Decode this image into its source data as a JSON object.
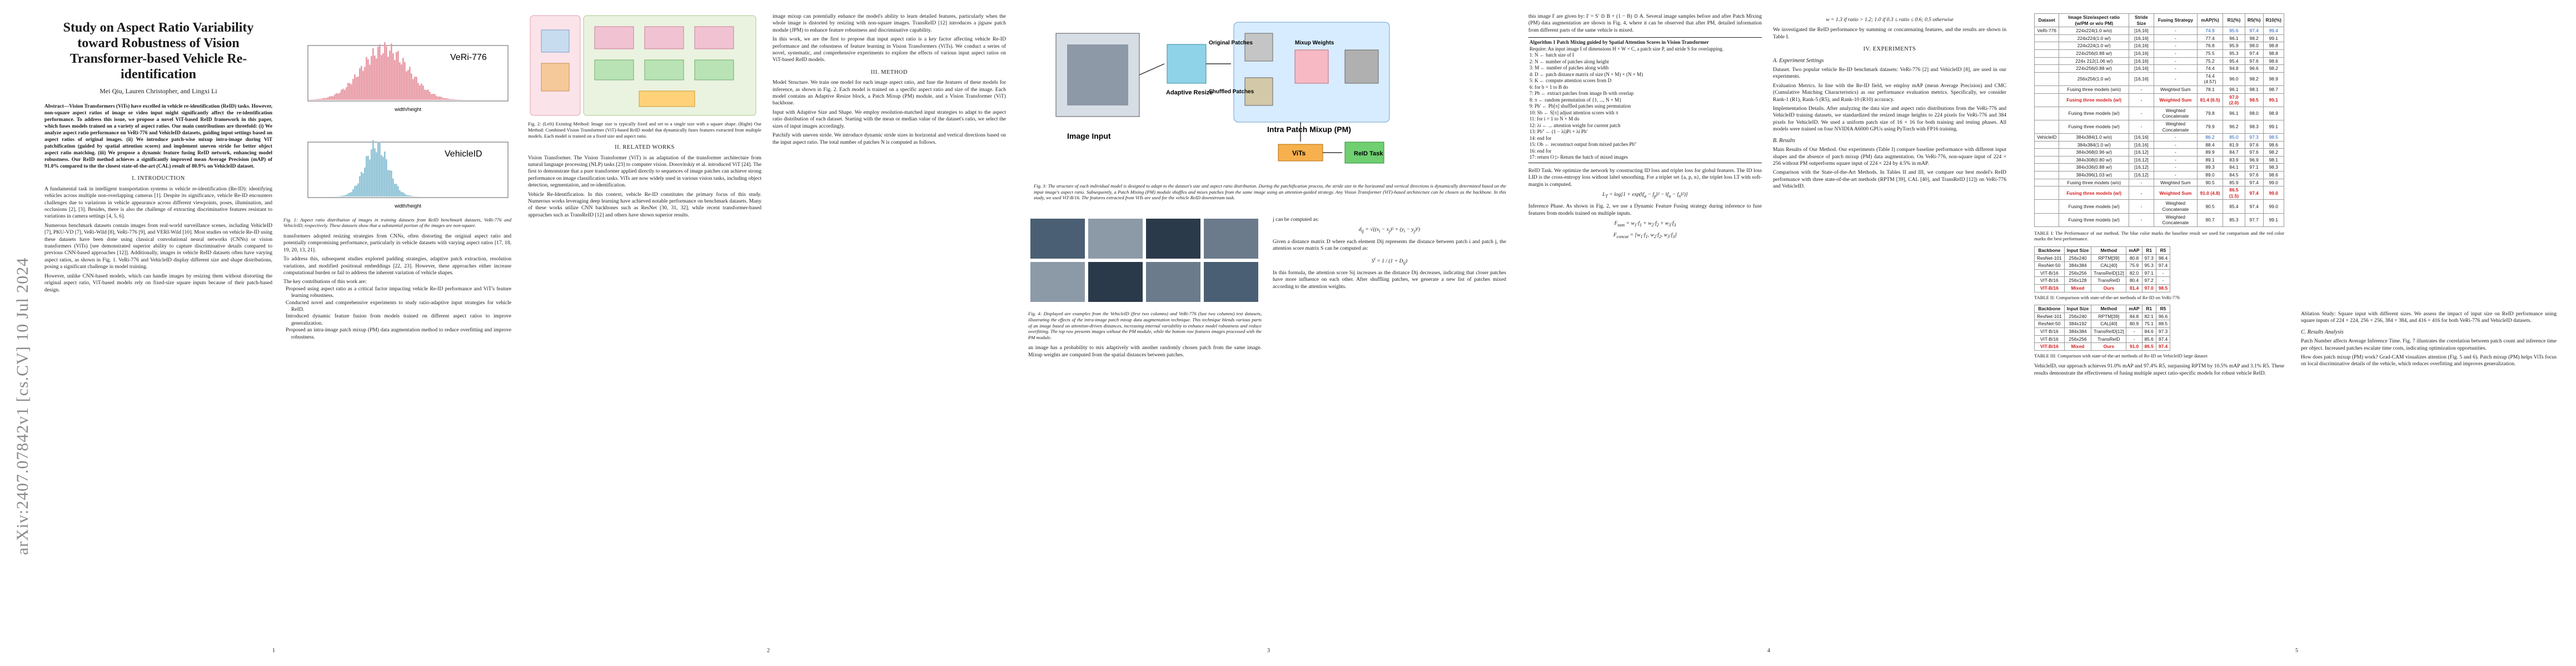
{
  "arxiv_stamp": "arXiv:2407.07842v1  [cs.CV]  10 Jul 2024",
  "paper": {
    "title": "Study on Aspect Ratio Variability toward Robustness of Vision Transformer-based Vehicle Re-identification",
    "authors": "Mei Qiu, Lauren Christopher, and Lingxi Li",
    "abstract": "Abstract—Vision Transformers (ViTs) have excelled in vehicle re-identification (ReID) tasks. However, non-square aspect ratios of image or video input might significantly affect the re-identification performance. To address this issue, we propose a novel ViT-based ReID framework in this paper, which fuses models trained on a variety of aspect ratios. Our main contributions are threefold: (i) We analyze aspect ratio performance on VeRi-776 and VehicleID datasets, guiding input settings based on aspect ratios of original images. (ii) We introduce patch-wise mixup intra-image during ViT patchification (guided by spatial attention scores) and implement uneven stride for better object aspect ratio matching. (iii) We propose a dynamic feature fusing ReID network, enhancing model robustness. Our ReID method achieves a significantly improved mean Average Precision (mAP) of 91.0% compared to the the closest state-of-the-art (CAL) result of 80.9% on VehicleID dataset.",
    "sections": {
      "intro": "I. INTRODUCTION",
      "related": "II. RELATED WORKS",
      "method": "III. METHOD",
      "experiments": "IV. EXPERIMENTS",
      "setup": "A. Experiment Settings",
      "results": "B. Results",
      "ablation": "C. Results Analysis"
    },
    "intro_p1": "A fundamental task in intelligent transportation systems is vehicle re-identification (Re-ID): identifying vehicles across multiple non-overlapping cameras [1]. Despite its significance, vehicle Re-ID encounters challenges due to variations in vehicle appearance across different viewpoints, poses, illumination, and occlusions [2], [3]. Besides, there is also the challenge of extracting discriminative features resistant to variations in camera settings [4, 5, 6].",
    "intro_p2": "Numerous benchmark datasets contain images from real-world surveillance scenes, including VehicleID [7], PKU-VD [7], VeRi-Wild [8], VeRi-776 [9], and VERI-Wild [10]. Most studies on vehicle Re-ID using these datasets have been done using classical convolutional neural networks (CNNs) or vision transformers (ViTs) [see demonstrated superior ability to capture discriminative details compared to previous CNN-based approaches [12]]. Additionally, images in vehicle ReID datasets often have varying aspect ratios, as shown in Fig. 1. VeRi-776 and VehicleID display different size and shape distributions, posing a significant challenge in model training.",
    "intro_p3": "However, unlike CNN-based models, which can handle images by resizing them without distorting the original aspect ratio, ViT-based models rely on fixed-size square inputs because of their patch-based design.",
    "fig1_caption": "Fig. 1: Aspect ratio distribution of images in training datasets from ReID benchmark datasets, VeRi-776 and VehicleID, respectively. These datasets show that a substantial portion of the images are non-square.",
    "fig1_labels": [
      "VeRi-776",
      "VehicleID"
    ],
    "fig1_xlabel": "width/height",
    "fig2_caption": "Fig. 2: (Left) Existing Method: Image size is typically fixed and set to a single size with a square shape. (Right) Our Method: Combined Vision Transformer (ViT)-based ReID model that dynamically fuses features extracted from multiple models. Each model is trained on a fixed size and aspect ratio.",
    "fig3_caption": "Fig. 3: The structure of each individual model is designed to adapt to the dataset's size and aspect ratio distribution. During the patchification process, the stride size in the horizontal and vertical directions is dynamically determined based on the input image's aspect ratio. Subsequently, a Patch Mixing (PM) module shuffles and mixes patches from the same image using an attention-guided strategy. Any Vision Transformer (ViT)-based architecture can be chosen as the backbone. In this study, we used ViT-B/16. The features extracted from ViTs are used for the vehicle ReID downstream task.",
    "fig3_labels": {
      "image_input": "Image Input",
      "intra_patch": "Intra Patch Mixup (PM)",
      "original": "Original Patches",
      "shuffled": "Shuffled Patches",
      "mixup": "Mixup Weights",
      "adaptive": "Adaptive Resize",
      "vits": "ViTs",
      "reid": "ReID Task"
    },
    "fig4_caption": "Fig. 4: Displayed are examples from the VehicleID (first two columns) and VeRi-776 (last two columns) test datasets, illustrating the effects of the intra-image patch mixup data augmentation technique. This technique blends various parts of an image based on attention-driven distances, increasing internal variability to enhance model robustness and reduce overfitting. The top row presents images without the PM module, while the bottom row features images processed with the PM module.",
    "algo_title": "Algorithm 1 Patch Mixing guided by Spatial Attention Scores in Vision Transformer",
    "algo_lines": [
      "Require: An input image I of dimensions H × W × C, a patch size P, and stride S for overlapping.",
      "1: N ← batch size of I",
      "2: N ← number of patches along height",
      "3: M ← number of patches along width",
      "4: D ← patch distance matrix of size (N × M) × (N × M)",
      "5: K ← compute attention scores from D",
      "6: for b = 1 to B do",
      "7:   Pb ← extract patches from image Ib with overlap",
      "8:   π ← random permutation of {1, ..., N × M}",
      "9:   Pb' ← Pb[π] shuffled patches using permutation",
      "10:  Sb ← S[π] adjust attention scores with π",
      "11:  for i = 1 to N × M do",
      "12:    λi ← ... attention weight for current patch",
      "13:    Pb'' ← (1 − λi)Pi + λi Pb'",
      "14:  end for",
      "15:  Ob ← reconstruct output from mixed patches Pb''",
      "16: end for",
      "17: return O  ▷ Return the batch of mixed images"
    ],
    "table1_caption": "TABLE I: The Performance of our method. The blue color marks the baseline result we used for comparison and the red color marks the best performance.",
    "table1_headers": [
      "Dataset",
      "Image Size/aspect ratio (w/PM or w/o PM)",
      "Stride Size",
      "Fusing Strategy",
      "mAP(%)",
      "R1(%)",
      "R5(%)",
      "R10(%)"
    ],
    "table1_rows": [
      [
        "VeRi-776",
        "224x224(1.0 w/o)",
        "[16,16]",
        "-",
        "74.9",
        "95.6",
        "97.4",
        "99.4"
      ],
      [
        "",
        "224x224(1.0 w/)",
        "[16,16]",
        "-",
        "77.4",
        "96.1",
        "98.2",
        "99.1"
      ],
      [
        "",
        "224x224(1.0 w/)",
        "[16,16]",
        "-",
        "76.8",
        "95.9",
        "98.0",
        "98.8"
      ],
      [
        "",
        "224x256(0.88 w/)",
        "[16,16]",
        "-",
        "75.5",
        "95.3",
        "97.4",
        "98.8"
      ],
      [
        "",
        "224x 212(1.06 w/)",
        "[16,16]",
        "-",
        "75.2",
        "95.4",
        "97.6",
        "98.6"
      ],
      [
        "",
        "224x256(0.88 w/)",
        "[16,16]",
        "-",
        "74.4",
        "94.8",
        "96.6",
        "98.2"
      ],
      [
        "",
        "256x256(1.0 w/)",
        "[16,16]",
        "-",
        "74.4 (4.57)",
        "96.0",
        "98.2",
        "98.9"
      ],
      [
        "",
        "Fusing three models (w/o)",
        "-",
        "Weighted Sum",
        "78.1",
        "96.1",
        "98.1",
        "98.7"
      ],
      [
        "",
        "Fusing three models (w/)",
        "-",
        "Weighted Sum",
        "81.4 (6.5)",
        "97.0 (2.0)",
        "98.5",
        "99.1"
      ],
      [
        "",
        "Fusing three models (w/)",
        "-",
        "Weighted Concatenate",
        "79.8",
        "96.1",
        "98.0",
        "98.9"
      ],
      [
        "",
        "Fusing three models (w/)",
        "-",
        "Weighted Concatenate",
        "79.9",
        "96.2",
        "98.3",
        "99.1"
      ],
      [
        "VehicleID",
        "384x384(1.0 w/o)",
        "[16,16]",
        "-",
        "86.2",
        "85.0",
        "97.3",
        "98.5"
      ],
      [
        "",
        "384x384(1.0 w/)",
        "[16,16]",
        "-",
        "88.4",
        "81.9",
        "97.6",
        "98.6"
      ],
      [
        "",
        "384x368(0.96 w/)",
        "[16,12]",
        "-",
        "89.9",
        "84.7",
        "97.6",
        "98.2"
      ],
      [
        "",
        "384x308(0.80 w/)",
        "[16,12]",
        "-",
        "89.1",
        "83.9",
        "96.9",
        "98.1"
      ],
      [
        "",
        "384x336(0.88 w/)",
        "[16,12]",
        "-",
        "89.3",
        "84.1",
        "97.1",
        "98.3"
      ],
      [
        "",
        "384x396(1.03 w/)",
        "[16,12]",
        "-",
        "89.0",
        "84.5",
        "97.6",
        "98.6"
      ],
      [
        "",
        "Fusing three models (w/o)",
        "-",
        "Weighted Sum",
        "90.5",
        "85.9",
        "97.4",
        "99.0"
      ],
      [
        "",
        "Fusing three models (w/)",
        "-",
        "Weighted Sum",
        "91.0 (4.8)",
        "86.5 (1.5)",
        "97.4",
        "99.0"
      ],
      [
        "",
        "Fusing three models (w/)",
        "-",
        "Weighted Concatenate",
        "90.5",
        "85.4",
        "97.4",
        "99.0"
      ],
      [
        "",
        "Fusing three models (w/)",
        "-",
        "Weighted Concatenate",
        "90.7",
        "85.3",
        "97.7",
        "99.1"
      ]
    ],
    "table2_caption": "TABLE II: Comparison with state-of-the-art methods of Re-ID on VeRi-776",
    "table2_headers": [
      "Backbone",
      "Input Size",
      "Method",
      "mAP",
      "R1",
      "R5"
    ],
    "table2_rows": [
      [
        "ResNet-101",
        "256x240",
        "RPTM[39]",
        "80.8",
        "97.3",
        "98.4"
      ],
      [
        "ResNet-50",
        "384x384",
        "CAL[40]",
        "75.9",
        "95.3",
        "97.4"
      ],
      [
        "VIT-B/16",
        "256x256",
        "TransReID[12]",
        "82.0",
        "97.1",
        "-"
      ],
      [
        "VIT-B/16",
        "256x128",
        "TransReID",
        "80.4",
        "97.2",
        "-"
      ],
      [
        "VIT-B/16",
        "Mixed",
        "Ours",
        "81.4",
        "97.0",
        "98.5"
      ]
    ],
    "table3_caption": "TABLE III: Comparison with state-of-the-art methods of Re-ID on VehicleID large dataset",
    "table3_headers": [
      "Backbone",
      "Input Size",
      "Method",
      "mAP",
      "R1",
      "R5"
    ],
    "table3_rows": [
      [
        "ResNet-101",
        "256x240",
        "RPTM[39]",
        "84.8",
        "82.1",
        "96.6"
      ],
      [
        "ResNet-50",
        "384x192",
        "CAL[40]",
        "80.9",
        "75.1",
        "88.5"
      ],
      [
        "VIT-B/16",
        "384x384",
        "TransReID[12]",
        "-",
        "84.6",
        "97.3"
      ],
      [
        "VIT-B/16",
        "256x256",
        "TransReID",
        "-",
        "85.6",
        "97.4"
      ],
      [
        "VIT-B/16",
        "Mixed",
        "Ours",
        "91.0",
        "86.5",
        "97.4"
      ]
    ],
    "page_numbers": [
      "1",
      "2",
      "3",
      "4",
      "5"
    ],
    "body": {
      "c2a": "transformers adopted resizing strategies from CNNs, often distorting the original aspect ratio and potentially compromising performance, particularly in vehicle datasets with varying aspect ratios [17, 18, 19, 20, 13, 21].",
      "c2b": "To address this, subsequent studies explored padding strategies, adaptive patch extraction, resolution variations, and modified positional embeddings [22, 23]. However, these approaches either increase computational burden or fail to address the inherent variation of vehicle shapes.",
      "c2c": "The key contributions of this work are:",
      "bullets": [
        "Proposed using aspect ratio as a critical factor impacting vehicle Re-ID performance and ViT's feature learning robustness.",
        "Conducted novel and comprehensive experiments to study ratio-adaptive input strategies for vehicle ReID.",
        "Introduced dynamic feature fusion from models trained on different aspect ratios to improve generalization.",
        "Proposed an intra-image patch mixup (PM) data augmentation method to reduce overfitting and improve robustness."
      ],
      "c3a": "Vision Transformer. The Vision Transformer (ViT) is an adaptation of the transformer architecture from natural language processing (NLP) tasks [23] to computer vision. Dosovitskiy et al. introduced ViT [24]. The first to demonstrate that a pure transformer applied directly to sequences of image patches can achieve strong performance on image classification tasks. ViTs are now widely used in various vision tasks, including object detection, segmentation, and re-identification.",
      "c3b": "Vehicle Re-Identification. In this context, vehicle Re-ID constitutes the primary focus of this study. Numerous works leveraging deep learning have achieved notable performance on benchmark datasets. Many of these works utilize CNN backbones such as ResNet [30, 31, 32], while recent transformer-based approaches such as TransReID [12] and others have shown superior results.",
      "c4a": "image mixup can potentially enhance the model's ability to learn detailed features, particularly when the whole image is distorted by resizing with non-square images. TransReID [12] introduces a jigsaw patch module (JPM) to enhance feature robustness and discriminative capability.",
      "c4b": "In this work, we are the first to propose that input aspect ratio is a key factor affecting vehicle Re-ID performance and the robustness of feature learning in Vision Transformers (ViTs). We conduct a series of novel, systematic, and comprehensive experiments to explore the effects of various input aspect ratios on ViT-based ReID models.",
      "c5a": "Model Structure. We train one model for each image aspect ratio, and fuse the features of these models for inference, as shown in Fig. 2. Each model is trained on a specific aspect ratio and size of the image. Each model contains an Adaptive Resize block, a Patch Mixup (PM) module, and a Vision Transformer (ViT) backbone.",
      "c5b": "Input with Adaptive Size and Shape. We employ resolution-matched input strategies to adapt to the aspect ratio distribution of each dataset. Starting with the mean or median value of the dataset's ratio, we select the sizes of input images accordingly.",
      "c5c": "Patchify with uneven stride. We introduce dynamic stride sizes in horizontal and vertical directions based on the input aspect ratio. The total number of patches N is computed as follows.",
      "c6a": "j can be computed as:",
      "c6b": "Given a distance matrix D where each element Dij represents the distance between patch i and patch j, the attention score matrix S can be computed as:",
      "c6c": "In this formula, the attention score Sij increases as the distance Dij decreases, indicating that closer patches have more influence on each other. After shuffling patches, we generate a new list of patches mixed according to the attention weights.",
      "c6d": "an image has a probability to mix adaptively with another randomly chosen patch from the same image. Mixup weights are computed from the spatial distances between patches.",
      "c7a": "this image I' are given by: I' = S' ⊙ B + (1 − B) ⊙ A. Several image samples before and after Patch Mixing (PM) data augmentation are shown in Fig. 4, where it can be observed that after PM, detailed information from different parts of the same vehicle is mixed.",
      "c7b": "ReID Task. We optimize the network by constructing ID loss and triplet loss for global features. The ID loss LID is the cross-entropy loss without label smoothing. For a triplet set {a, p, n}, the triplet loss LT with soft-margin is computed.",
      "c7c": "Inference Phase. As shown in Fig. 2, we use a Dynamic Feature Fusing strategy during inference to fuse features from models trained on multiple inputs.",
      "c8a": "We investigated the ReID performance by summing or concatenating features, and the results are shown in Table I.",
      "c8b": "Dataset. Two popular vehicle Re-ID benchmark datasets: VeRi-776 [2] and VehicleID [8], are used in our experiments.",
      "c8c": "Evaluation Metrics. In line with the Re-ID field, we employ mAP (mean Average Precision) and CMC (Cumulative Matching Characteristics) as our performance evaluation metrics. Specifically, we consider Rank-1 (R1), Rank-5 (R5), and Rank-10 (R10) accuracy.",
      "c8d": "Implementation Details. After analyzing the data size and aspect ratio distributions from the VeRi-776 and VehicleID training datasets, we standardized the resized image heights to 224 pixels for VeRi-776 and 384 pixels for VehicleID. We used a uniform patch size of 16 × 16 for both training and testing phases. All models were trained on four NVIDIA A6000 GPUs using PyTorch with FP16 training.",
      "c8e": "Main Results of Our Method. Our experiments (Table I) compare baseline performance with different input shapes and the absence of patch mixup (PM) data augmentation. On VeRi-776, non-square input of 224 × 256 without PM outperforms square input of 224 × 224 by 4.5% in mAP.",
      "c8f": "Comparison with the State-of-the-Art Methods. In Tables II and III, we compare our best model's ReID performance with three state-of-the-art methods (RPTM [39], CAL [40], and TransReID [12]) on VeRi-776 and VehicleID.",
      "c9a": "Ablation Study: Square input with different sizes. We assess the impact of input size on ReID performance using square inputs of 224 × 224, 256 × 256, 384 × 384, and 416 × 416 for both VeRi-776 and VehicleID datasets.",
      "c9b": "Patch Number affects Average Inference Time. Fig. 7 illustrates the correlation between patch count and inference time per object. Increased patches escalate time costs, indicating optimization opportunities.",
      "c9c": "How does patch mixup (PM) work? Grad-CAM visualizes attention (Fig. 5 and 6). Patch mixup (PM) helps ViTs focus on local discriminative details of the vehicle, which reduces overfitting and improves generalization.",
      "c9d": "VehicleID, our approach achieves 91.0% mAP and 97.4% R5, surpassing RPTM by 10.5% mAP and 3.1% R5. These results demonstrate the effectiveness of fusing multiple aspect ratio-specific models for robust vehicle ReID."
    }
  }
}
